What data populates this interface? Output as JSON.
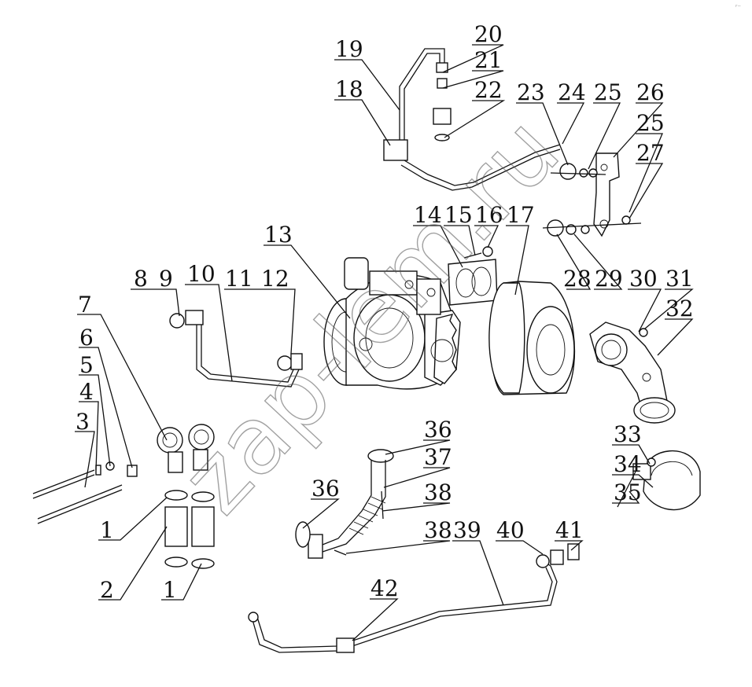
{
  "watermark": "zap-lem.ru",
  "corner_mark": "ʳ⁻",
  "callouts": [
    {
      "id": "c1a",
      "text": "1"
    },
    {
      "id": "c2",
      "text": "2"
    },
    {
      "id": "c1b",
      "text": "1"
    },
    {
      "id": "c3",
      "text": "3"
    },
    {
      "id": "c4",
      "text": "4"
    },
    {
      "id": "c5",
      "text": "5"
    },
    {
      "id": "c6",
      "text": "6"
    },
    {
      "id": "c7",
      "text": "7"
    },
    {
      "id": "c8",
      "text": "8"
    },
    {
      "id": "c9",
      "text": "9"
    },
    {
      "id": "c10",
      "text": "10"
    },
    {
      "id": "c11",
      "text": "11"
    },
    {
      "id": "c12",
      "text": "12"
    },
    {
      "id": "c13",
      "text": "13"
    },
    {
      "id": "c14",
      "text": "14"
    },
    {
      "id": "c15",
      "text": "15"
    },
    {
      "id": "c16",
      "text": "16"
    },
    {
      "id": "c17",
      "text": "17"
    },
    {
      "id": "c18",
      "text": "18"
    },
    {
      "id": "c19",
      "text": "19"
    },
    {
      "id": "c20",
      "text": "20"
    },
    {
      "id": "c21",
      "text": "21"
    },
    {
      "id": "c22",
      "text": "22"
    },
    {
      "id": "c23",
      "text": "23"
    },
    {
      "id": "c24",
      "text": "24"
    },
    {
      "id": "c25a",
      "text": "25"
    },
    {
      "id": "c26",
      "text": "26"
    },
    {
      "id": "c25b",
      "text": "25"
    },
    {
      "id": "c27",
      "text": "27"
    },
    {
      "id": "c28",
      "text": "28"
    },
    {
      "id": "c29",
      "text": "29"
    },
    {
      "id": "c30",
      "text": "30"
    },
    {
      "id": "c31",
      "text": "31"
    },
    {
      "id": "c32",
      "text": "32"
    },
    {
      "id": "c33",
      "text": "33"
    },
    {
      "id": "c34",
      "text": "34"
    },
    {
      "id": "c35",
      "text": "35"
    },
    {
      "id": "c36a",
      "text": "36"
    },
    {
      "id": "c37",
      "text": "37"
    },
    {
      "id": "c36b",
      "text": "36"
    },
    {
      "id": "c38a",
      "text": "38"
    },
    {
      "id": "c38b",
      "text": "38"
    },
    {
      "id": "c39",
      "text": "39"
    },
    {
      "id": "c40",
      "text": "40"
    },
    {
      "id": "c41",
      "text": "41"
    },
    {
      "id": "c42",
      "text": "42"
    }
  ]
}
